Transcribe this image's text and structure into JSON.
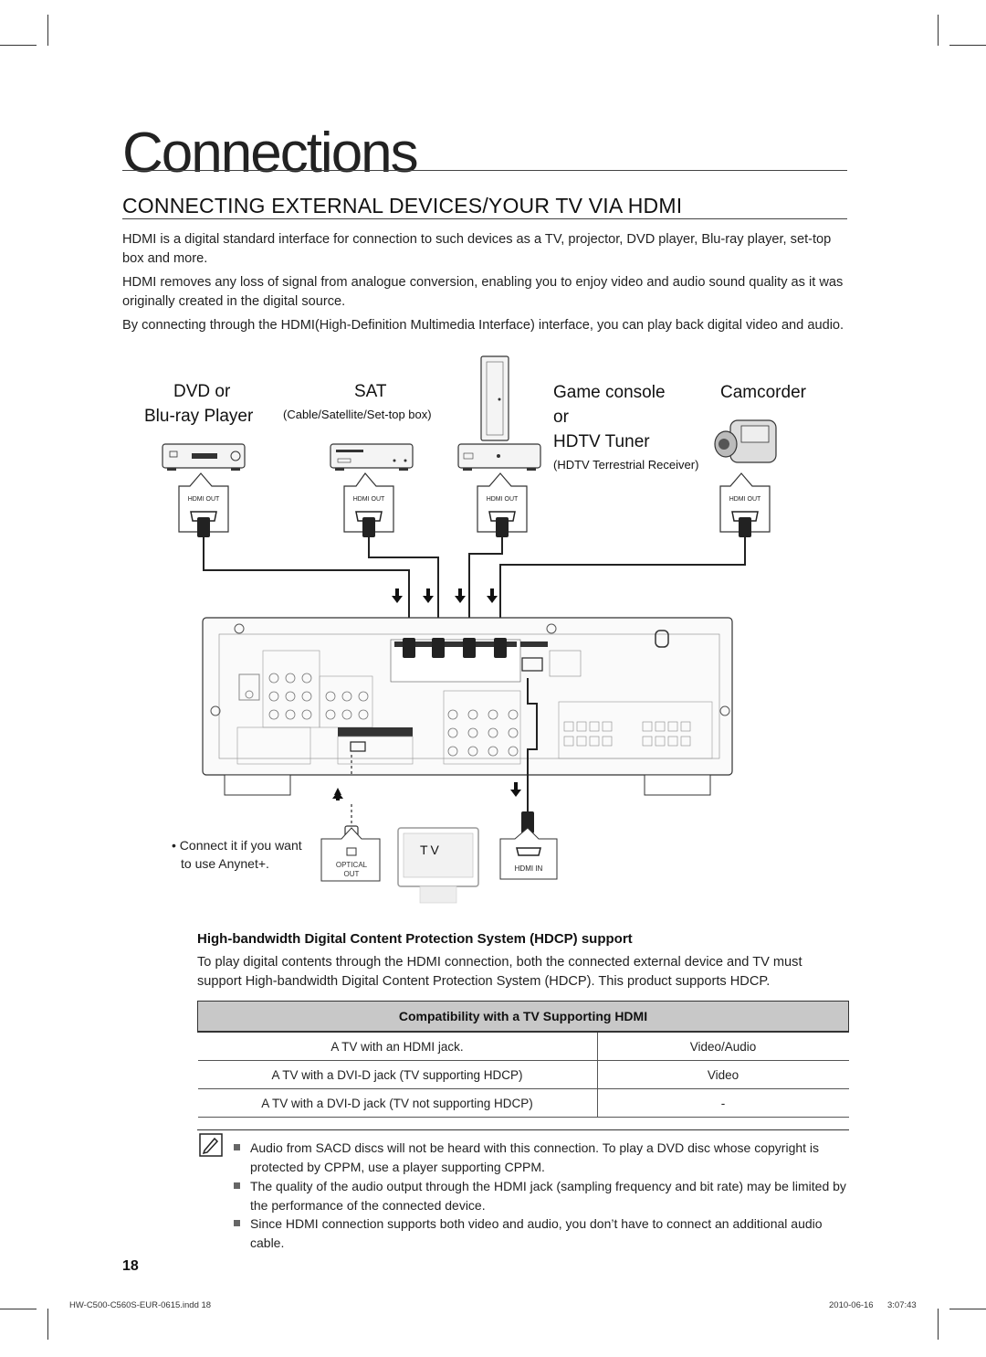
{
  "header": {
    "chapter_title": "Connections",
    "section_title": "CONNECTING EXTERNAL DEVICES/YOUR TV VIA HDMI"
  },
  "intro": {
    "p1": "HDMI is a digital standard interface for connection to such devices as a TV, projector, DVD player, Blu-ray player, set-top box and more.",
    "p2": "HDMI removes any loss of signal from analogue conversion, enabling you to enjoy video and audio sound quality as it was originally created in the digital source.",
    "p3": "By connecting through the HDMI(High-Definition Multimedia Interface) interface, you can play back digital video and audio."
  },
  "diagram": {
    "devices": {
      "dvd_line1": "DVD or",
      "dvd_line2": "Blu-ray Player",
      "sat": "SAT",
      "sat_sub": "(Cable/Satellite/Set-top box)",
      "game": "Game console",
      "or": "or",
      "hdtv": "HDTV Tuner",
      "hdtv_sub": "(HDTV Terrestrial Receiver)",
      "camcorder": "Camcorder"
    },
    "hdmi_out_label": "HDMI OUT",
    "hdmi_in_label": "HDMI  IN",
    "optical_line1": "OPTICAL",
    "optical_line2": "OUT",
    "tv_label": "TV",
    "anynet_line1": "Connect it if you want",
    "anynet_line2": "to use Anynet+."
  },
  "hdcp": {
    "title": "High-bandwidth Digital Content Protection System (HDCP) support",
    "text": "To play digital contents through the HDMI connection, both the connected external device and TV must support High-bandwidth Digital Content Protection System (HDCP). This product supports HDCP."
  },
  "compat_table": {
    "header": "Compatibility with a TV Supporting HDMI",
    "rows": [
      {
        "tv": "A TV with an HDMI jack.",
        "support": "Video/Audio"
      },
      {
        "tv": "A TV with a DVI-D jack (TV supporting HDCP)",
        "support": "Video"
      },
      {
        "tv": "A TV with a DVI-D jack (TV not supporting HDCP)",
        "support": "-"
      }
    ]
  },
  "notes": [
    "Audio from SACD discs will not be heard with this connection. To play a DVD disc whose copyright is protected by CPPM, use a player supporting CPPM.",
    "The quality of the audio output through the HDMI jack (sampling frequency and bit rate) may be limited by the performance of the connected device.",
    "Since HDMI connection supports both video and audio, you don’t have to connect an additional audio cable."
  ],
  "page_number": "18",
  "footer": {
    "file": "HW-C500-C560S-EUR-0615.indd   18",
    "date": "2010-06-16",
    "time": "3:07:43"
  }
}
